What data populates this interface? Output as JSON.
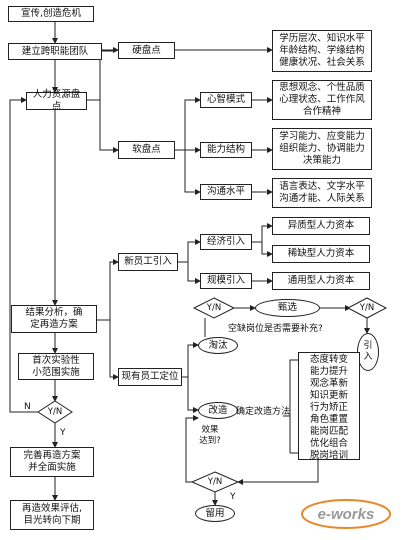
{
  "left_column": {
    "propaganda": "宣传,创造危机",
    "build_team": "建立跨职能团队",
    "hr_inventory": "人力资源盘点",
    "analysis": "结果分析，确\n定再造方案",
    "pilot": "首次实验性\n小范围实施",
    "decision_yn": "Y/N",
    "label_n": "N",
    "label_y": "Y",
    "full_impl": "完善再造方案\n并全面实施",
    "evaluate": "再造效果评估,\n目光转向下期"
  },
  "inventory": {
    "hard": "硬盘点",
    "hard_detail": "学历层次、知识水平\n年龄结构、学缘结构\n健康状况、社会关系",
    "soft": "软盘点",
    "mental_model": "心智模式",
    "mental_detail": "思想观念、个性品质\n心理状态、工作作风\n合作精神",
    "ability": "能力结构",
    "ability_detail": "学习能力、应变能力\n组织能力、协调能力\n决策能力",
    "communication": "沟通水平",
    "communication_detail": "语言表达、文字水平\n沟通才能、人际关系"
  },
  "new_staff": {
    "title": "新员工引入",
    "economic": "经济引入",
    "scale": "规模引入",
    "heterogeneous": "异质型人力资本",
    "scarce": "稀缺型人力资本",
    "general": "通用型人力资本"
  },
  "existing_staff": {
    "title": "现有员工定位",
    "yn_top": "Y/N",
    "select": "甄选",
    "yn_right": "Y/N",
    "introduce": "引入",
    "vacancy_question": "空缺岗位是否需要补充?",
    "eliminate": "淘汰",
    "reform": "改造",
    "method": "确定改造方法",
    "effect_question": "效果达到?",
    "yn_bottom": "Y/N",
    "label_y": "Y",
    "retain": "留用",
    "methods": [
      "态度转变",
      "能力提升",
      "观念革新",
      "知识更新",
      "行为矫正",
      "角色重置",
      "能岗匹配",
      "优化组合",
      "脱岗培训"
    ]
  },
  "logo": {
    "text": "e-works"
  },
  "colors": {
    "line": "#222222",
    "logo_orange": "#e8872a",
    "logo_gray": "#999999"
  }
}
